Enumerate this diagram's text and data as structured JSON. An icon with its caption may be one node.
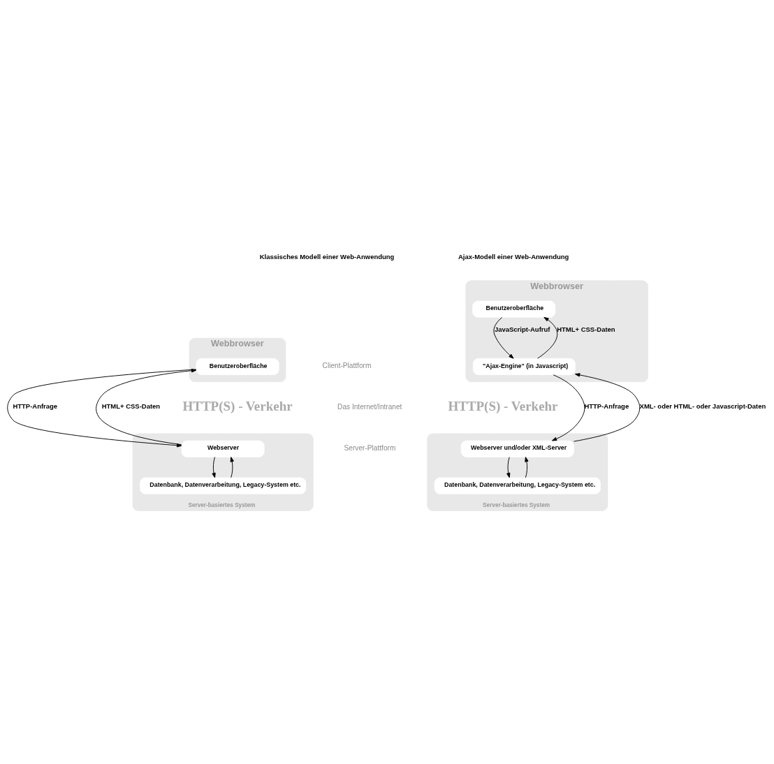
{
  "diagram": {
    "nodes": [
      {
        "text": [
          "Webbrowser"
        ]
      },
      {
        "text": [
          "Benutzeroberfläche"
        ],
        "in": 0
      },
      {
        "text": [
          "Server-basiertes System"
        ]
      },
      {
        "text": [
          "Webserver"
        ],
        "in": 2
      },
      {
        "text": [
          "Datenbank, Datenverarbeitung, Legacy-System etc."
        ],
        "in": 2
      },
      {
        "text": [
          "Webbrowser"
        ]
      },
      {
        "text": [
          "Benutzeroberfläche"
        ],
        "in": 5
      },
      {
        "text": [
          "\"Ajax-Engine\" (in Javascript)"
        ],
        "in": 5
      },
      {
        "text": [
          "Server-basiertes System"
        ]
      },
      {
        "text": [
          "Webserver und/oder XML-Server"
        ],
        "in": 8
      },
      {
        "text": [
          "Datenbank, Datenverarbeitung, Legacy-System etc."
        ],
        "in": 8
      }
    ],
    "edges": [
      {
        "from": 1,
        "to": 3,
        "arrow": "to",
        "label": "HTTP-Anfrage"
      },
      {
        "from": 3,
        "to": 1,
        "arrow": "to",
        "label": "HTML+ CSS-Daten"
      },
      {
        "from": 3,
        "to": 4,
        "arrow": "to"
      },
      {
        "from": 4,
        "to": 3,
        "arrow": "to"
      },
      {
        "from": 6,
        "to": 7,
        "arrow": "to",
        "label": "JavaScript-Aufruf"
      },
      {
        "from": 7,
        "to": 6,
        "arrow": "to",
        "label": "HTML+ CSS-Daten"
      },
      {
        "from": 7,
        "to": 9,
        "arrow": "to",
        "label": "HTTP-Anfrage"
      },
      {
        "from": 9,
        "to": 7,
        "arrow": "to",
        "label": "XML- oder HTML- oder Javascript-Daten"
      },
      {
        "from": 9,
        "to": 10,
        "arrow": "to"
      },
      {
        "from": 10,
        "to": 9,
        "arrow": "to"
      }
    ],
    "labels": [
      "Klassisches Modell einer Web-Anwendung",
      "Ajax-Modell einer Web-Anwendung",
      "Client-Plattform",
      "Das Internet/Intranet",
      "Server-Plattform",
      "HTTP(S) - Verkehr",
      "HTTP(S) - Verkehr"
    ]
  }
}
